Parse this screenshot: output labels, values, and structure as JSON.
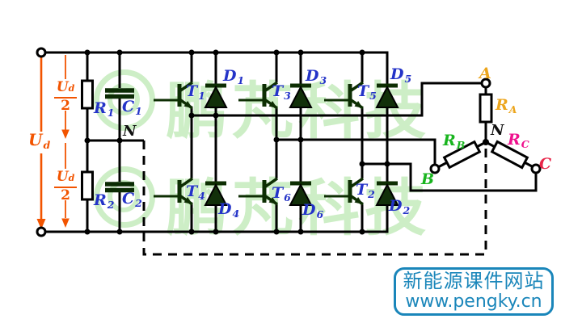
{
  "diagram_title": "three-phase-bridge-inverter-with-star-load",
  "labels": {
    "ud": {
      "main": "U",
      "sub": "d"
    },
    "ud_half": {
      "main": "U",
      "sub": "d",
      "den": "2"
    },
    "n_dc": "N",
    "n_load": "N",
    "a": "A",
    "b": "B",
    "c": "C"
  },
  "devices": {
    "t1": {
      "main": "T",
      "sub": "1"
    },
    "t2": {
      "main": "T",
      "sub": "2"
    },
    "t3": {
      "main": "T",
      "sub": "3"
    },
    "t4": {
      "main": "T",
      "sub": "4"
    },
    "t5": {
      "main": "T",
      "sub": "5"
    },
    "t6": {
      "main": "T",
      "sub": "6"
    },
    "d1": {
      "main": "D",
      "sub": "1"
    },
    "d2": {
      "main": "D",
      "sub": "2"
    },
    "d3": {
      "main": "D",
      "sub": "3"
    },
    "d4": {
      "main": "D",
      "sub": "4"
    },
    "d5": {
      "main": "D",
      "sub": "5"
    },
    "d6": {
      "main": "D",
      "sub": "6"
    },
    "r1": {
      "main": "R",
      "sub": "1"
    },
    "r2": {
      "main": "R",
      "sub": "2"
    },
    "c1": {
      "main": "C",
      "sub": "1"
    },
    "c2": {
      "main": "C",
      "sub": "2"
    },
    "ra": {
      "main": "R",
      "sub": "A"
    },
    "rb": {
      "main": "R",
      "sub": "B"
    },
    "rc": {
      "main": "R",
      "sub": "C"
    }
  },
  "watermark": {
    "text": "鹏芃科技",
    "color": "#cdeec6"
  },
  "badge": {
    "line1": "新能源课件网站",
    "line2": "www.pengky.cn",
    "color": "#1a86ba"
  },
  "colors": {
    "wire": "#000000",
    "semiconductor": "#0d2e03",
    "label_blue": "#2433c8",
    "dimension_orange": "#f25400",
    "phase_a_amber": "#eca51c",
    "phase_b_green": "#18b41e",
    "phase_c_red": "#e82549",
    "rc_magenta": "#ef118e"
  }
}
